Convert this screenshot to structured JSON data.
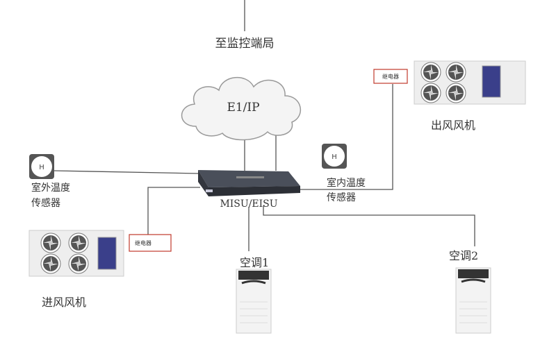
{
  "labels": {
    "monitoring_center": "至监控端局",
    "network": "E1/IP",
    "controller": "MISU/EISU",
    "outdoor_sensor": [
      "室外温度",
      "传感器"
    ],
    "indoor_sensor": [
      "室内温度",
      "传感器"
    ],
    "exhaust_fan": "出风风机",
    "intake_fan": "进风风机",
    "ac1": "空调1",
    "ac2": "空调2",
    "relay_top": "继电器",
    "relay_left": "继电器"
  },
  "colors": {
    "line": "#555555",
    "relay_border": "#c0392b",
    "fan_panel": "#eeeeee",
    "fan_display": "#3a3f8a",
    "controller_body": "#3b3f48"
  }
}
